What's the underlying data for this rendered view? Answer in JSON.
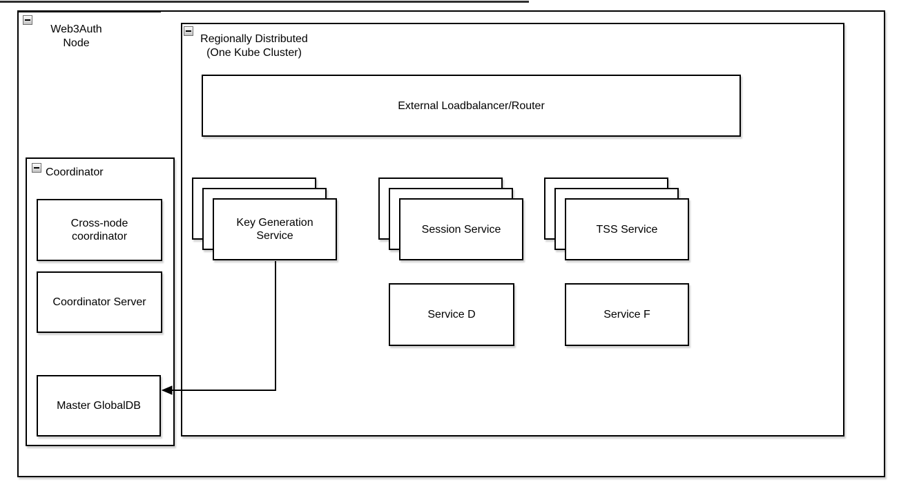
{
  "diagram": {
    "type": "architecture-diagram",
    "colors": {
      "background": "#ffffff",
      "shape_fill": "#ffffff",
      "shape_stroke": "#000000",
      "shadow": "rgba(0,0,0,0.18)",
      "collapse_button_fill": "#d9d9d9"
    },
    "containers": {
      "web3auth": {
        "label": "Web3Auth\nNode",
        "collapse_icon": "minus-icon",
        "state": "expanded"
      },
      "regional": {
        "label": "Regionally Distributed\n(One Kube Cluster)",
        "collapse_icon": "minus-icon",
        "state": "expanded"
      },
      "coordinator": {
        "label": "Coordinator",
        "collapse_icon": "minus-icon",
        "state": "expanded"
      }
    },
    "nodes": {
      "external_lb": {
        "label": "External Loadbalancer/Router"
      },
      "key_generation": {
        "label": "Key Generation\nService",
        "stack_count": 3
      },
      "session": {
        "label": "Session Service",
        "stack_count": 3
      },
      "tss": {
        "label": "TSS Service",
        "stack_count": 3
      },
      "service_d": {
        "label": "Service D"
      },
      "service_f": {
        "label": "Service F"
      },
      "cross_node": {
        "label": "Cross-node\ncoordinator"
      },
      "coordinator_server": {
        "label": "Coordinator Server"
      },
      "master_globaldb": {
        "label": "Master GlobalDB"
      }
    },
    "edges": [
      {
        "from": "Key Generation Service",
        "to": "Master GlobalDB",
        "arrow": "left-pointing"
      }
    ]
  }
}
